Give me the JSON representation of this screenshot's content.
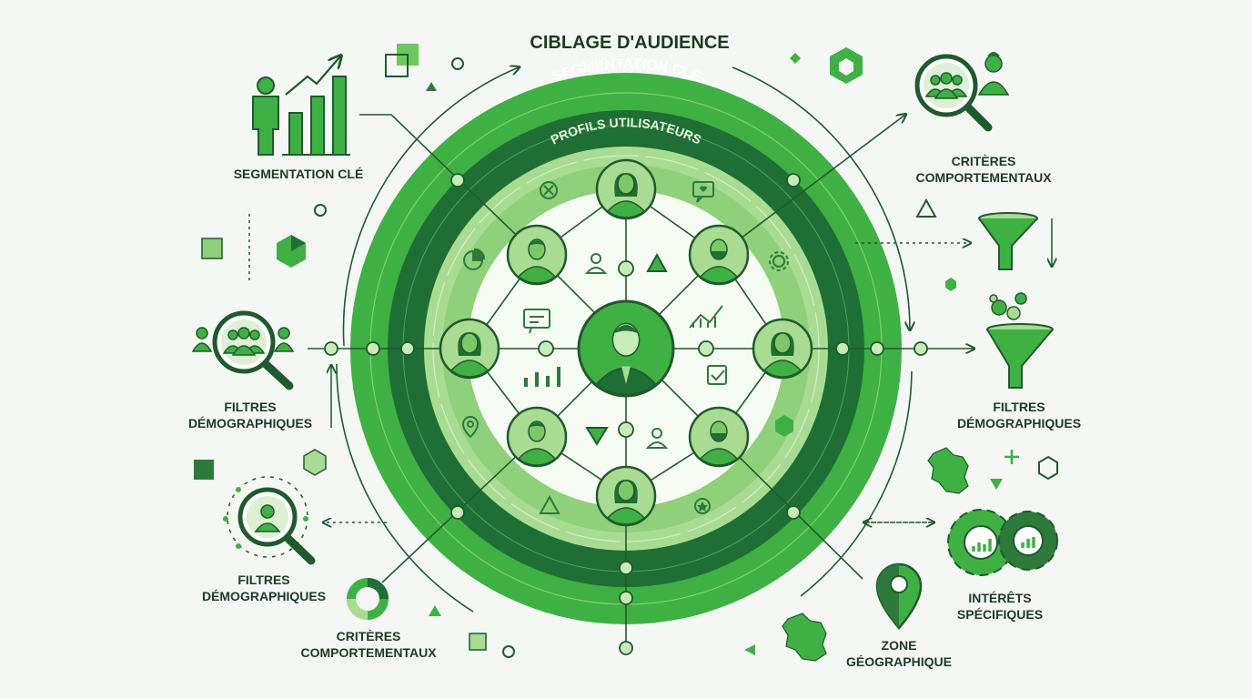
{
  "title": "CIBLAGE D'AUDIENCE",
  "rings": {
    "outer_label": "SEGMENTATION CLÉ",
    "inner_label": "PROFILS UTILISATEURS"
  },
  "labels": {
    "top_left": "SEGMENTATION CLÉ",
    "mid_left": [
      "FILTRES",
      "DÉMOGRAPHIQUES"
    ],
    "low_left": [
      "FILTRES",
      "DÉMOGRAPHIQUES"
    ],
    "bottom_left": [
      "CRITÈRES",
      "COMPORTEMENTAUX"
    ],
    "top_right": [
      "CRITÈRES",
      "COMPORTEMENTAUX"
    ],
    "mid_right": [
      "FILTRES",
      "DÉMOGRAPHIQUES"
    ],
    "low_right": [
      "INTÉRÊTS",
      "SPÉCIFIQUES"
    ],
    "bottom_right": [
      "ZONE",
      "GÉOGRAPHIQUE"
    ]
  },
  "colors": {
    "dark": "#1f6e35",
    "mid": "#3fb043",
    "light": "#a9dc92",
    "pale": "#dcf0d2",
    "ink": "#1d3a22"
  },
  "icons": [
    "person-bar-chart-icon",
    "magnifier-group-icon",
    "magnifier-person-icon",
    "donut-chart-icon",
    "person-magnifier-icon",
    "funnel-icon",
    "funnel-bubbles-icon",
    "france-map-icon",
    "gears-chart-icon",
    "location-pin-icon",
    "avatar-icon"
  ]
}
